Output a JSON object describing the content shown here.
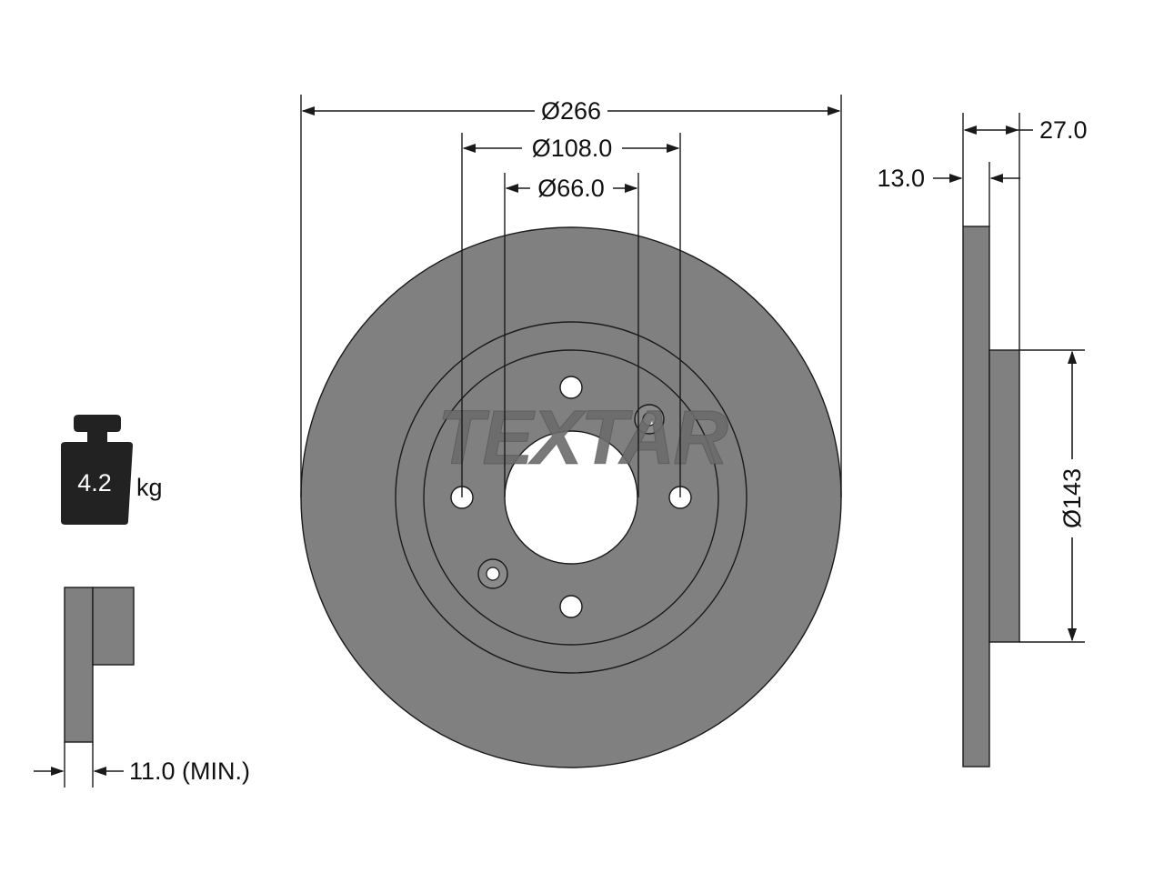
{
  "brand": {
    "name": "TEXTAR"
  },
  "dimensions": {
    "outer_diameter": "Ø266",
    "bolt_circle_diameter": "Ø108.0",
    "center_bore_diameter": "Ø66.0",
    "hub_diameter": "Ø143",
    "overall_height": "27.0",
    "disc_thickness": "13.0",
    "min_thickness": "11.0 (MIN.)"
  },
  "weight": {
    "value": "4.2",
    "unit": "kg"
  },
  "colors": {
    "part_fill": "#808080",
    "weight_icon": "#222222",
    "line": "#1a1a1a",
    "background": "#ffffff"
  },
  "icons": {
    "weight": "weight-icon"
  }
}
